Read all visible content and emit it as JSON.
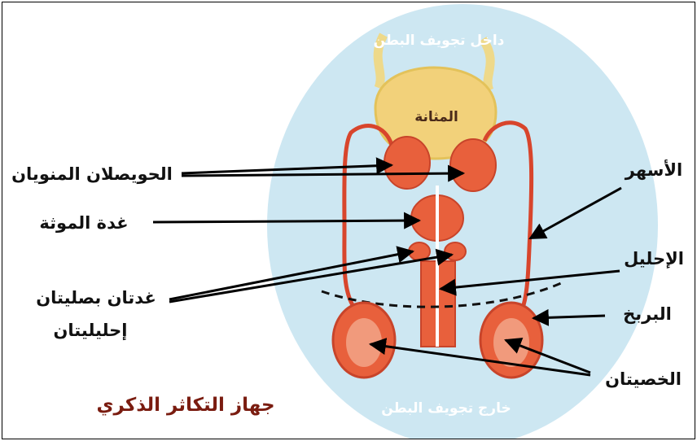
{
  "labels": {
    "abdomen_inside": "داخل تجويف البطن",
    "abdomen_outside": "خارج تجويف البطن",
    "bladder": "المثانة",
    "seminal_vesicles": "الحويصلان المنويان",
    "prostate": "غدة الموثة",
    "bulbourethral_1": "غدتان بصليتان",
    "bulbourethral_2": "إحليليتان",
    "vas_deferens": "الأسهر",
    "urethra": "الإحليل",
    "epididymis": "البربخ",
    "testes": "الخصيتان",
    "title": "جهاز التكاثر الذكري"
  },
  "colors": {
    "background_oval": "#cde7f2",
    "bladder": "#f2d17a",
    "organs": "#e8603c",
    "ureter": "#eed98a",
    "duct": "#d8452c",
    "title_text": "#7a1c10"
  }
}
